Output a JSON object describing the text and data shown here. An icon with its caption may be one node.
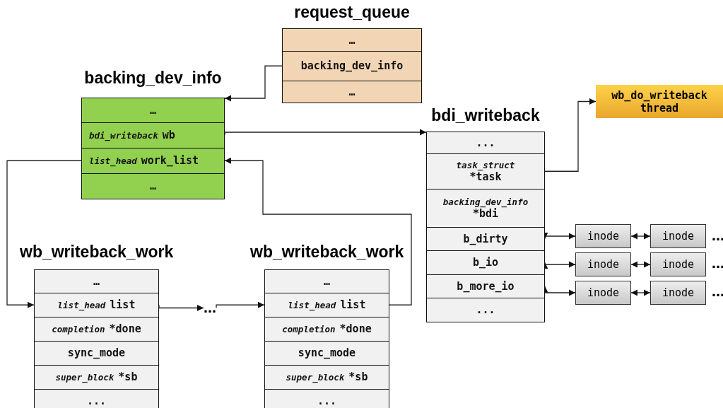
{
  "diagram": {
    "nodes": [
      {
        "text": [
          "request_queue"
        ]
      },
      {
        "text": [
          "…"
        ],
        "in": 0
      },
      {
        "text": [
          "backing_dev_info"
        ],
        "in": 0
      },
      {
        "text": [
          "…"
        ],
        "in": 0
      },
      {
        "text": [
          "backing_dev_info"
        ]
      },
      {
        "text": [
          "…"
        ],
        "in": 4
      },
      {
        "text": [
          "bdi_writeback",
          "wb"
        ],
        "in": 4
      },
      {
        "text": [
          "list_head",
          "work_list"
        ],
        "in": 4
      },
      {
        "text": [
          "…"
        ],
        "in": 4
      },
      {
        "text": [
          "wb_do_writeback thread"
        ]
      },
      {
        "text": [
          "bdi_writeback"
        ]
      },
      {
        "text": [
          "..."
        ],
        "in": 10
      },
      {
        "text": [
          "task_struct",
          "*task"
        ],
        "in": 10
      },
      {
        "text": [
          "backing_dev_info",
          "*bdi"
        ],
        "in": 10
      },
      {
        "text": [
          "b_dirty"
        ],
        "in": 10
      },
      {
        "text": [
          "b_io"
        ],
        "in": 10
      },
      {
        "text": [
          "b_more_io"
        ],
        "in": 10
      },
      {
        "text": [
          "..."
        ],
        "in": 10
      },
      {
        "text": [
          "inode"
        ]
      },
      {
        "text": [
          "inode"
        ]
      },
      {
        "text": [
          "inode"
        ]
      },
      {
        "text": [
          "inode"
        ]
      },
      {
        "text": [
          "inode"
        ]
      },
      {
        "text": [
          "inode"
        ]
      },
      {
        "text": [
          "wb_writeback_work"
        ]
      },
      {
        "text": [
          "…"
        ],
        "in": 24
      },
      {
        "text": [
          "list_head",
          "list"
        ],
        "in": 24
      },
      {
        "text": [
          "completion",
          "*done"
        ],
        "in": 24
      },
      {
        "text": [
          "sync_mode"
        ],
        "in": 24
      },
      {
        "text": [
          "super_block",
          "*sb"
        ],
        "in": 24
      },
      {
        "text": [
          "..."
        ],
        "in": 24
      },
      {
        "text": [
          "…"
        ]
      },
      {
        "text": [
          "wb_writeback_work"
        ]
      },
      {
        "text": [
          "…"
        ],
        "in": 32
      },
      {
        "text": [
          "list_head",
          "list"
        ],
        "in": 32
      },
      {
        "text": [
          "completion",
          "*done"
        ],
        "in": 32
      },
      {
        "text": [
          "sync_mode"
        ],
        "in": 32
      },
      {
        "text": [
          "super_block",
          "*sb"
        ],
        "in": 32
      },
      {
        "text": [
          "..."
        ],
        "in": 32
      }
    ],
    "edges": [
      {
        "from": 2,
        "to": 4,
        "arrow": "to"
      },
      {
        "from": 6,
        "to": 10,
        "arrow": "to"
      },
      {
        "from": 12,
        "to": 9,
        "arrow": "to"
      },
      {
        "from": 7,
        "to": 26,
        "arrow": "to"
      },
      {
        "from": 14,
        "to": 18,
        "arrow": "both"
      },
      {
        "from": 18,
        "to": 19,
        "arrow": "both"
      },
      {
        "from": 15,
        "to": 20,
        "arrow": "both"
      },
      {
        "from": 20,
        "to": 21,
        "arrow": "both"
      },
      {
        "from": 16,
        "to": 22,
        "arrow": "both"
      },
      {
        "from": 22,
        "to": 23,
        "arrow": "both"
      },
      {
        "from": 26,
        "to": 31,
        "arrow": "to"
      },
      {
        "from": 31,
        "to": 34,
        "arrow": "to"
      },
      {
        "from": 34,
        "to": 7,
        "arrow": "to"
      }
    ],
    "labels": [
      "…",
      "…",
      "…"
    ]
  }
}
